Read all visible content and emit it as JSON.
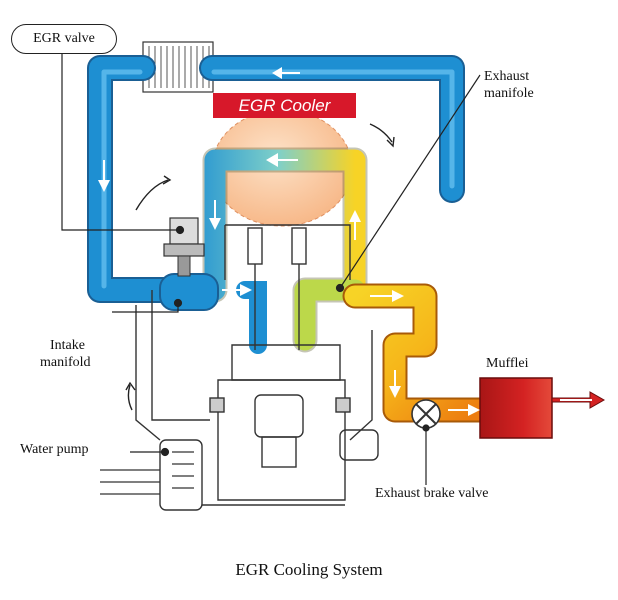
{
  "labels": {
    "egr_valve": "EGR valve",
    "egr_cooler": "EGR Cooler",
    "exhaust_manifold_line1": "Exhaust",
    "exhaust_manifold_line2": "manifole",
    "intake_manifold_line1": "Intake",
    "intake_manifold_line2": "manifold",
    "water_pump": "Water pump",
    "muffler": "Mufflei",
    "exhaust_brake_valve": "Exhaust brake valve",
    "title": "EGR Cooling System"
  },
  "colors": {
    "coolant_blue": "#1e8fd2",
    "hot_orange": "#f08a10",
    "hot_yellow": "#f7d326",
    "cooler_red": "#d7182a",
    "muffler_red": "#c81e1e"
  }
}
